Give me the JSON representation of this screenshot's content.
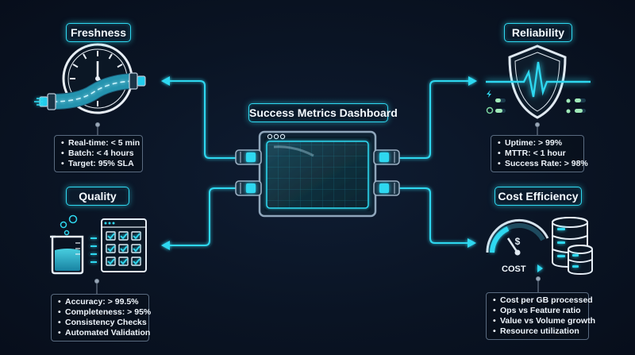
{
  "title": "Success Metrics Dashboard",
  "cost_icon_label": "COST",
  "cost_icon_symbol": "$",
  "panels": {
    "freshness": {
      "title": "Freshness",
      "items": [
        "Real-time: < 5 min",
        "Batch: < 4 hours",
        "Target: 95% SLA"
      ]
    },
    "reliability": {
      "title": "Reliability",
      "items": [
        "Uptime: > 99%",
        "MTTR: < 1 hour",
        "Success Rate: > 98%"
      ]
    },
    "quality": {
      "title": "Quality",
      "items": [
        "Accuracy: > 99.5%",
        "Completeness: > 95%",
        "Consistency Checks",
        "Automated Validation"
      ]
    },
    "cost": {
      "title": "Cost Efficiency",
      "items": [
        "Cost per GB processed",
        "Ops vs Feature ratio",
        "Value vs Volume growth",
        "Resource utilization"
      ]
    }
  },
  "colors": {
    "accent": "#2fd8f0",
    "background": "#0a1424",
    "text": "#eef4fb",
    "box_border": "#5a6b80"
  }
}
